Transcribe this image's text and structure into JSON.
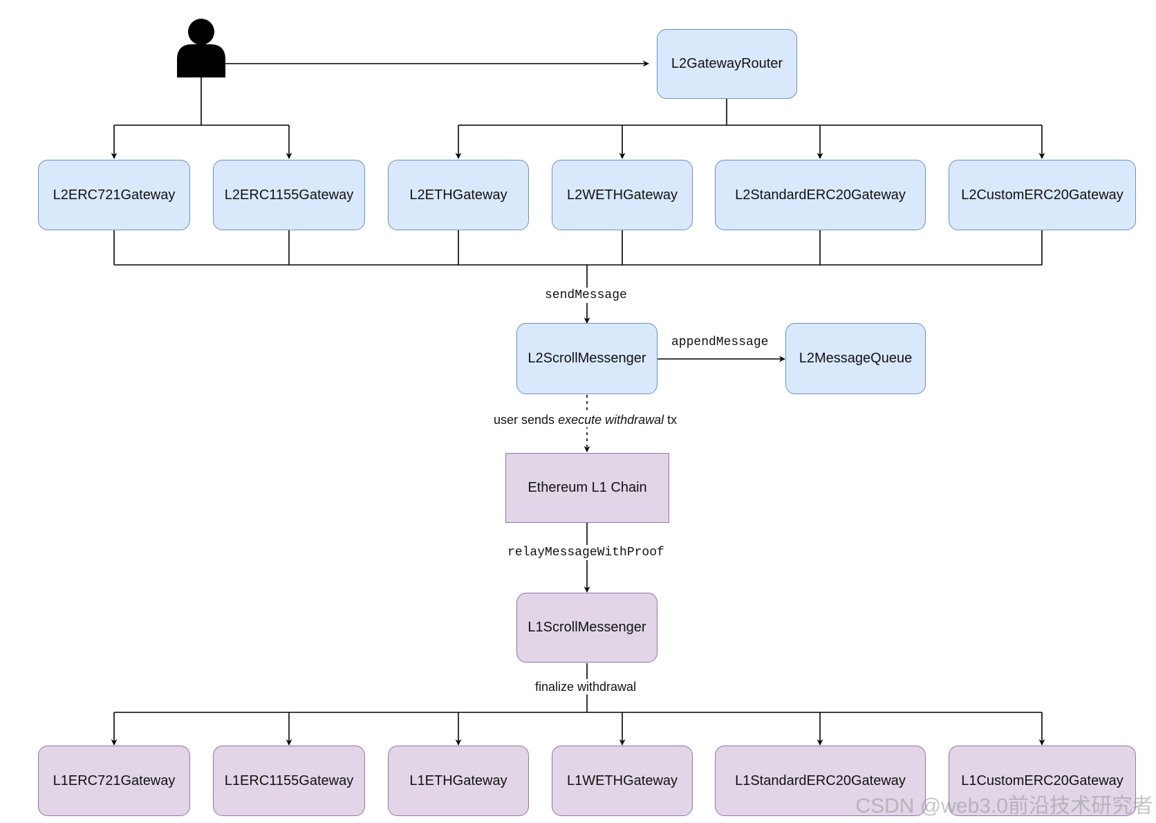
{
  "nodes": {
    "l2_gateway_router": "L2GatewayRouter",
    "l2_erc721": "L2ERC721Gateway",
    "l2_erc1155": "L2ERC1155Gateway",
    "l2_eth": "L2ETHGateway",
    "l2_weth": "L2WETHGateway",
    "l2_standard_erc20": "L2StandardERC20Gateway",
    "l2_custom_erc20": "L2CustomERC20Gateway",
    "l2_scroll_messenger": "L2ScrollMessenger",
    "l2_message_queue": "L2MessageQueue",
    "ethereum_l1_chain": "Ethereum L1 Chain",
    "l1_scroll_messenger": "L1ScrollMessenger",
    "l1_erc721": "L1ERC721Gateway",
    "l1_erc1155": "L1ERC1155Gateway",
    "l1_eth": "L1ETHGateway",
    "l1_weth": "L1WETHGateway",
    "l1_standard_erc20": "L1StandardERC20Gateway",
    "l1_custom_erc20": "L1CustomERC20Gateway"
  },
  "edge_labels": {
    "send_message": "sendMessage",
    "append_message": "appendMessage",
    "execute_withdrawal_prefix": "user sends ",
    "execute_withdrawal_italic": "execute withdrawal",
    "execute_withdrawal_suffix": " tx",
    "relay_message_with_proof": "relayMessageWithProof",
    "finalize_withdrawal": "finalize withdrawal"
  },
  "watermark": "CSDN @web3.0前沿技术研究者",
  "icons": {
    "user": "user-icon"
  },
  "colors": {
    "l2_fill": "#dae8fc",
    "l2_stroke": "#6c8ebf",
    "l1_fill": "#e1d5e7",
    "l1_stroke": "#9673a6",
    "line": "#000000"
  }
}
